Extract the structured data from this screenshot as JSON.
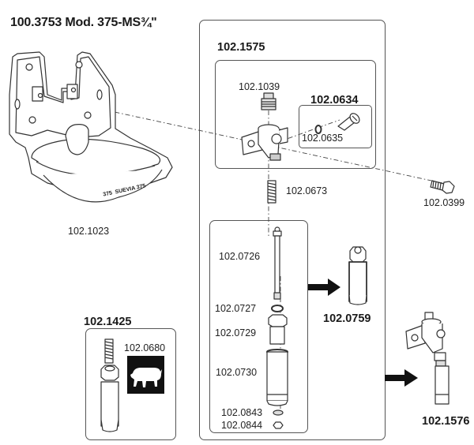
{
  "title": "100.3753 Mod. 375-MS¾\"",
  "bowl": {
    "part_number": "102.1023",
    "embossed_text": "375  SUEVIA 375"
  },
  "outer_assembly": {
    "valve_body_assembly": {
      "part_number": "102.1575",
      "plug": "102.1039",
      "screw_kit": {
        "part_number": "102.0634",
        "o_ring": "102.0635"
      }
    },
    "spring": "102.0673",
    "inner_kit": {
      "parts": [
        {
          "part_number": "102.0726",
          "name": "valve-pin"
        },
        {
          "part_number": "102.0727",
          "name": "seal-ring"
        },
        {
          "part_number": "102.0729",
          "name": "hex-nut-sleeve"
        },
        {
          "part_number": "102.0730",
          "name": "tube"
        },
        {
          "part_number": "102.0843",
          "name": "washer"
        },
        {
          "part_number": "102.0844",
          "name": "nut"
        }
      ],
      "result_part": "102.0759"
    },
    "result_part": "102.1576"
  },
  "bolt": "102.0399",
  "pig_kit": {
    "part_number": "102.1425",
    "spring": "102.0680",
    "icon": "pig-icon"
  }
}
